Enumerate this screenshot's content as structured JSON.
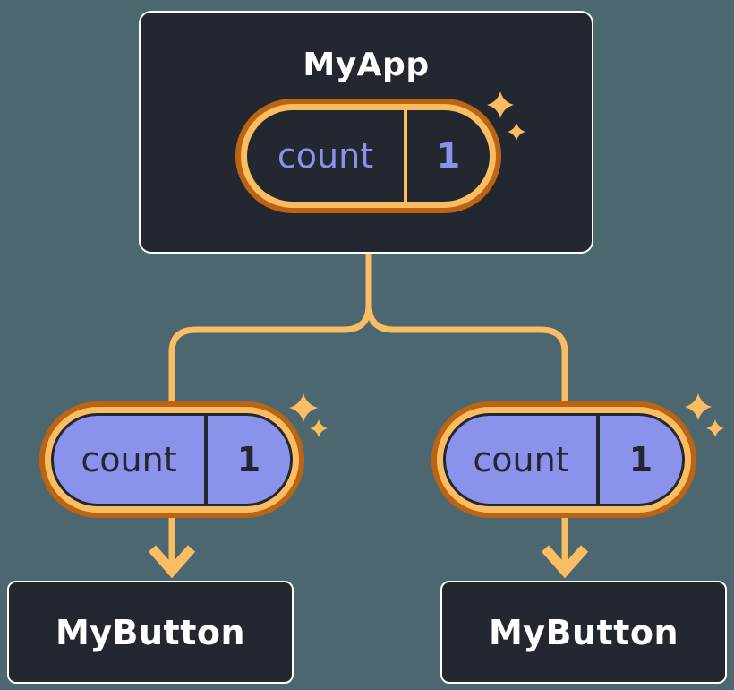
{
  "colors": {
    "page_bg": "#4C6770",
    "node_bg": "#23272F",
    "node_border": "#FFFFFF",
    "orange_light": "#FABD62",
    "orange_deep": "#BB6414",
    "purple": "#8A92EC",
    "text_light": "#FFFFFF"
  },
  "diagram": {
    "root": {
      "title": "MyApp",
      "state": {
        "name": "count",
        "value": "1"
      }
    },
    "children": [
      {
        "title": "MyButton",
        "state": {
          "name": "count",
          "value": "1"
        }
      },
      {
        "title": "MyButton",
        "state": {
          "name": "count",
          "value": "1"
        }
      }
    ]
  }
}
